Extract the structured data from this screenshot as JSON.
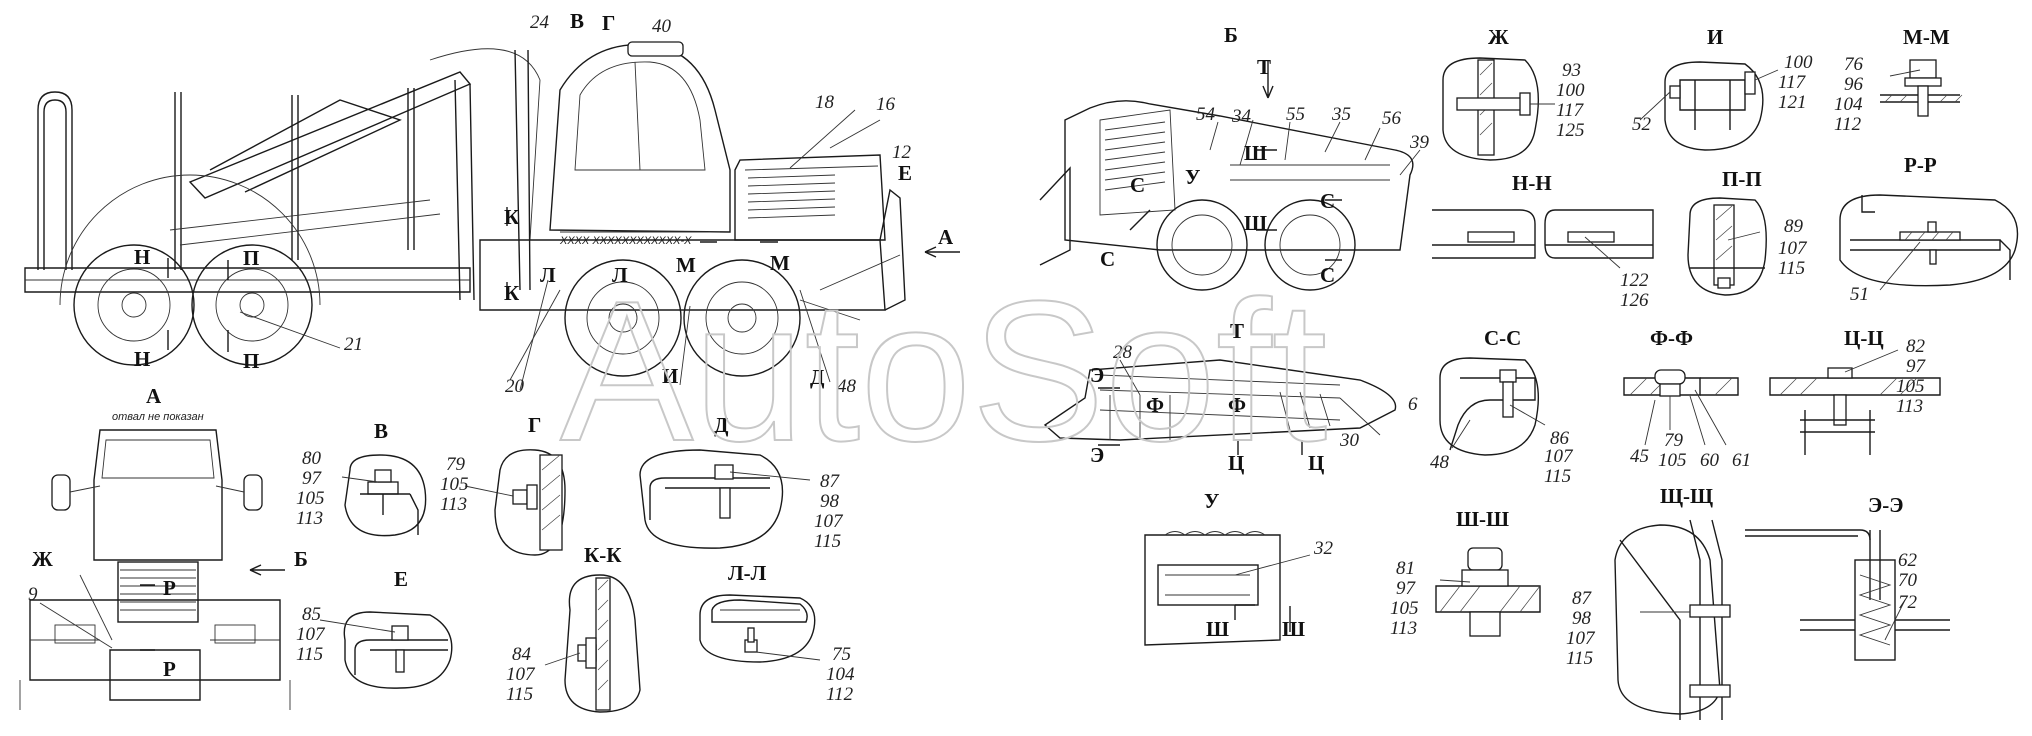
{
  "watermark": "AutoSoft",
  "note_A": "отвал не показан",
  "section_titles": {
    "A": "А",
    "B": "Б",
    "V": "В",
    "G": "Г",
    "D": "Д",
    "E": "Е",
    "ZH": "Ж",
    "I": "И",
    "MM": "М-М",
    "T": "Т",
    "NN": "Н-Н",
    "PP": "П-П",
    "RR": "Р-Р",
    "SS": "С-С",
    "FF": "Ф-Ф",
    "TsTs": "Ц-Ц",
    "KK": "К-К",
    "LL": "Л-Л",
    "U": "У",
    "ShSh": "Ш-Ш",
    "ShchShch": "Щ-Щ",
    "EE": "Э-Э"
  },
  "main_view": {
    "callouts": [
      "24",
      "40",
      "18",
      "16",
      "12",
      "21",
      "20",
      "48"
    ],
    "letters": [
      "В",
      "Г",
      "Е",
      "А",
      "Н",
      "Н",
      "П",
      "П",
      "К",
      "К",
      "Л",
      "Л",
      "М",
      "М",
      "И",
      "Д"
    ]
  },
  "front_view": {
    "callouts": [
      "9"
    ],
    "letters": [
      "Ж",
      "Б",
      "Р",
      "Р"
    ]
  },
  "view_B": {
    "callouts": [
      "54",
      "34",
      "55",
      "35",
      "56",
      "39"
    ],
    "letters": [
      "Т",
      "Ш",
      "Ш",
      "У",
      "С",
      "С",
      "С",
      "С"
    ]
  },
  "view_T": {
    "callouts": [
      "28",
      "6",
      "30"
    ],
    "letters": [
      "Э",
      "Э",
      "Ф",
      "Ф",
      "Ц",
      "Ц"
    ]
  },
  "details": {
    "V": [
      "80",
      "97",
      "105",
      "113"
    ],
    "G": [
      "79",
      "105",
      "113"
    ],
    "D": [
      "87",
      "98",
      "107",
      "115"
    ],
    "E": [
      "85",
      "107",
      "115"
    ],
    "KK": [
      "84",
      "107",
      "115"
    ],
    "LL": [
      "75",
      "104",
      "112"
    ],
    "U": [
      "32"
    ],
    "U_letters": [
      "Ш",
      "Ш"
    ],
    "ZH": [
      "93",
      "100",
      "117",
      "125"
    ],
    "I": [
      "100",
      "117",
      "121"
    ],
    "I_extra": [
      "52"
    ],
    "MM": [
      "76",
      "96",
      "104",
      "112"
    ],
    "NN": [
      "122",
      "126"
    ],
    "PP": [
      "89",
      "107",
      "115"
    ],
    "RR": [
      "51"
    ],
    "SS": [
      "86",
      "107",
      "115"
    ],
    "SS_extra": [
      "48"
    ],
    "FF": [
      "45",
      "79",
      "105",
      "60",
      "61"
    ],
    "TsTs": [
      "82",
      "97",
      "105",
      "113"
    ],
    "ShSh": [
      "81",
      "97",
      "105",
      "113"
    ],
    "ShchShch": [
      "87",
      "98",
      "107",
      "115"
    ],
    "EE": [
      "62",
      "70",
      "72"
    ]
  }
}
